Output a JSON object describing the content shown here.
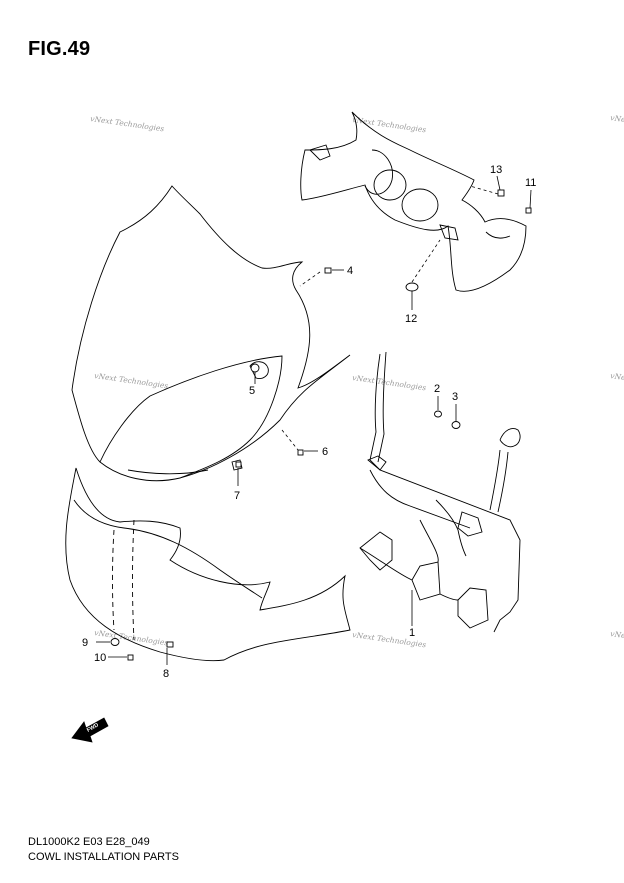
{
  "figure_title": "FIG.49",
  "watermark_text": "vNext Technologies",
  "fwd_text": "FWD",
  "callouts": [
    {
      "id": "1",
      "label": "1"
    },
    {
      "id": "2",
      "label": "2"
    },
    {
      "id": "3",
      "label": "3"
    },
    {
      "id": "4",
      "label": "4"
    },
    {
      "id": "5",
      "label": "5"
    },
    {
      "id": "6",
      "label": "6"
    },
    {
      "id": "7",
      "label": "7"
    },
    {
      "id": "8",
      "label": "8"
    },
    {
      "id": "9",
      "label": "9"
    },
    {
      "id": "10",
      "label": "10"
    },
    {
      "id": "11",
      "label": "11"
    },
    {
      "id": "12",
      "label": "12"
    },
    {
      "id": "13",
      "label": "13"
    }
  ],
  "footer": {
    "model_code": "DL1000K2 E03 E28_049",
    "section_name": "COWL INSTALLATION PARTS"
  },
  "colors": {
    "line": "#000000",
    "watermark": "#9a9a9a"
  }
}
